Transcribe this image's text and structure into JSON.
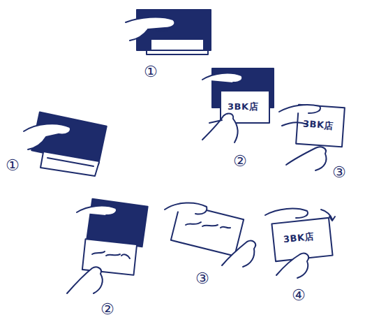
{
  "diagram": {
    "labels": [
      "①",
      "②",
      "③",
      "①",
      "②",
      "③",
      "④",
      "3BK店",
      "3BK店",
      "3BK店"
    ]
  }
}
